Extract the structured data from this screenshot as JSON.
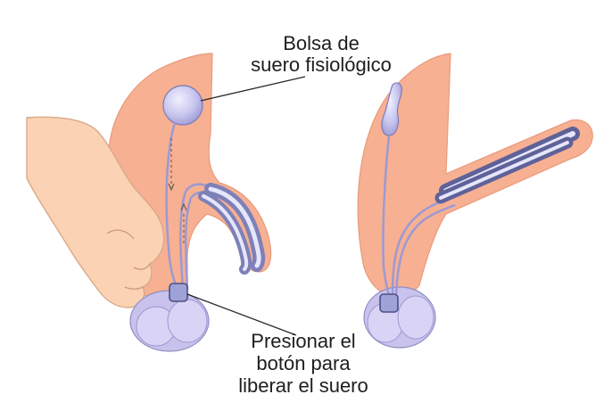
{
  "labels": {
    "saline_reservoir": {
      "line1": "Bolsa de",
      "line2": "suero fisiológico"
    },
    "pump_button": {
      "line1": "Presionar el",
      "line2": "botón para",
      "line3": "liberar el suero"
    }
  },
  "colors": {
    "skin": "#f7b092",
    "hand_skin": "#fbd3b4",
    "device": "#c9cbee",
    "device_dark": "#8d8fc2",
    "scrotum": "#c8c2ec",
    "leader_line": "#2a2a2a"
  }
}
